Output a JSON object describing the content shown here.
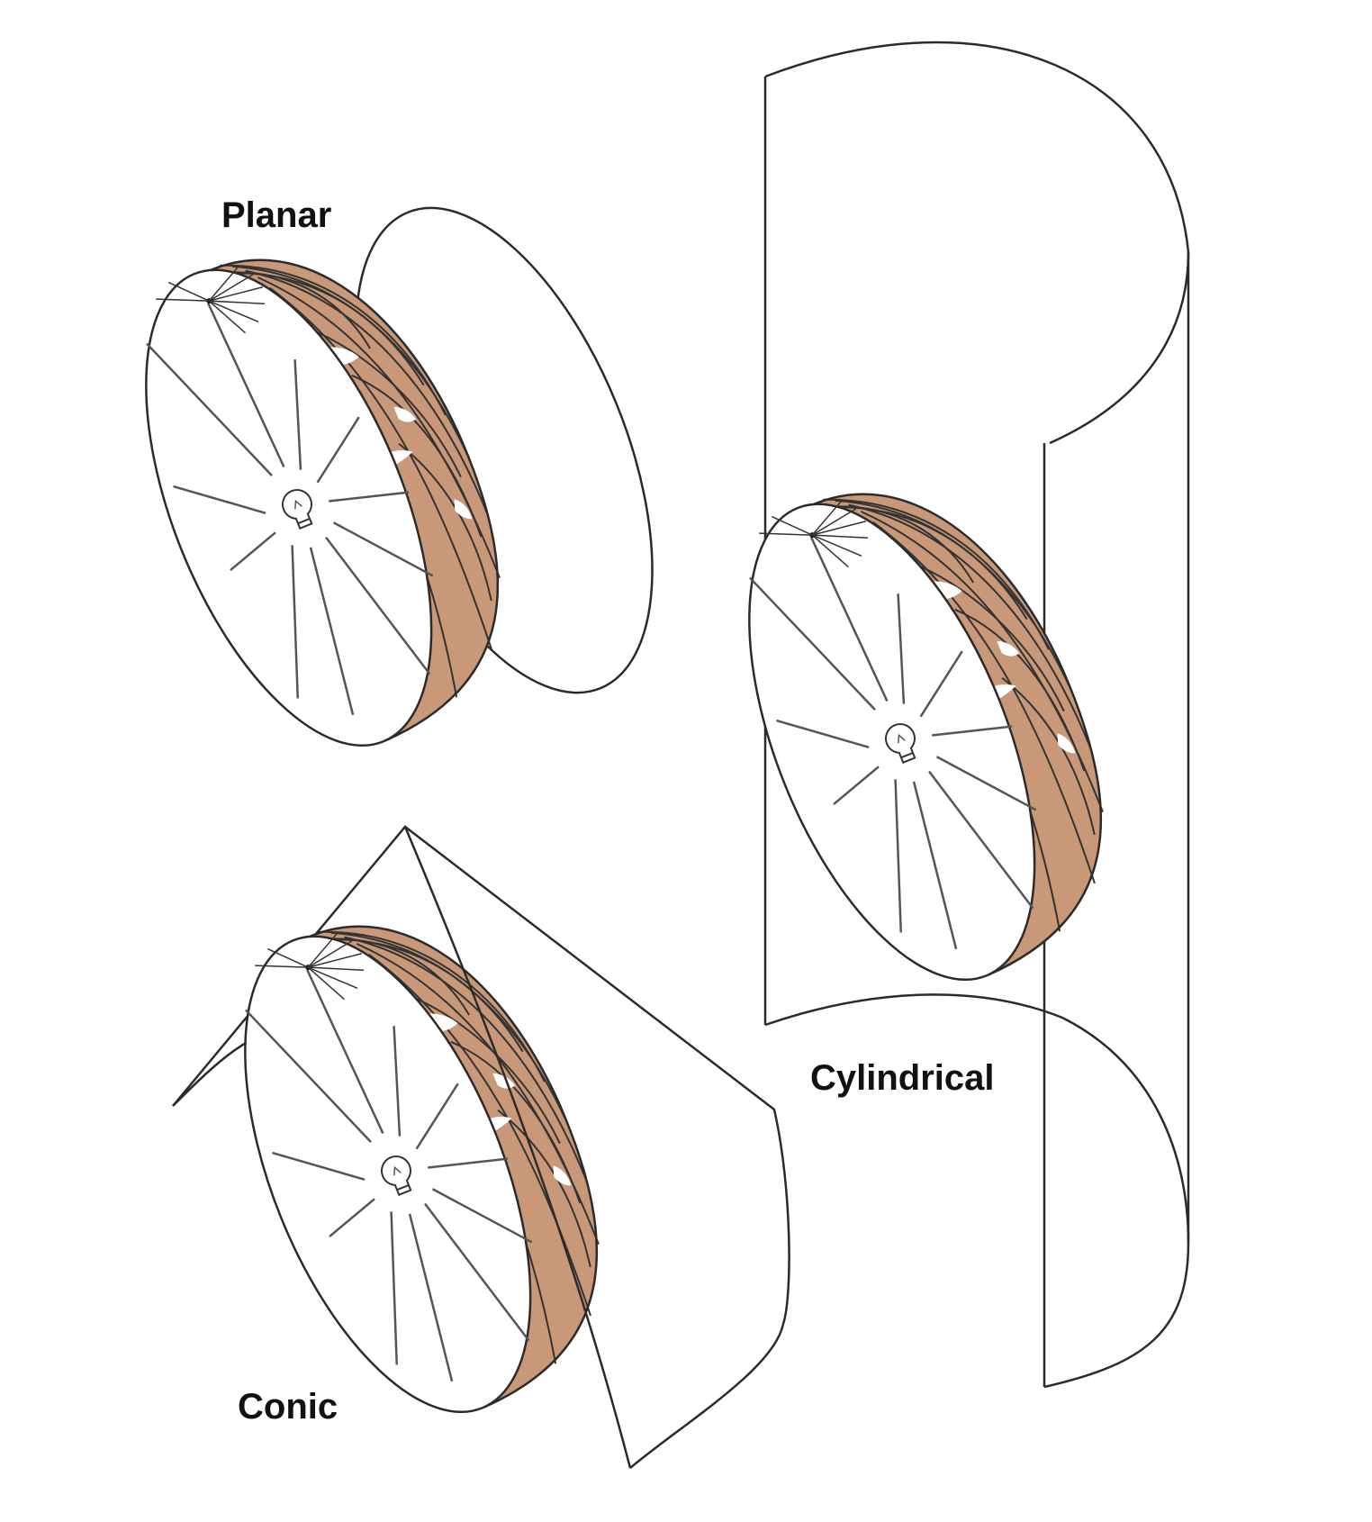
{
  "labels": {
    "planar": "Planar",
    "conic": "Conic",
    "cylindrical": "Cylindrical"
  },
  "colors": {
    "land": "#c99878",
    "outline": "#2b2b2b",
    "background": "#ffffff"
  },
  "icons": {
    "light_source": "light-bulb-icon"
  }
}
